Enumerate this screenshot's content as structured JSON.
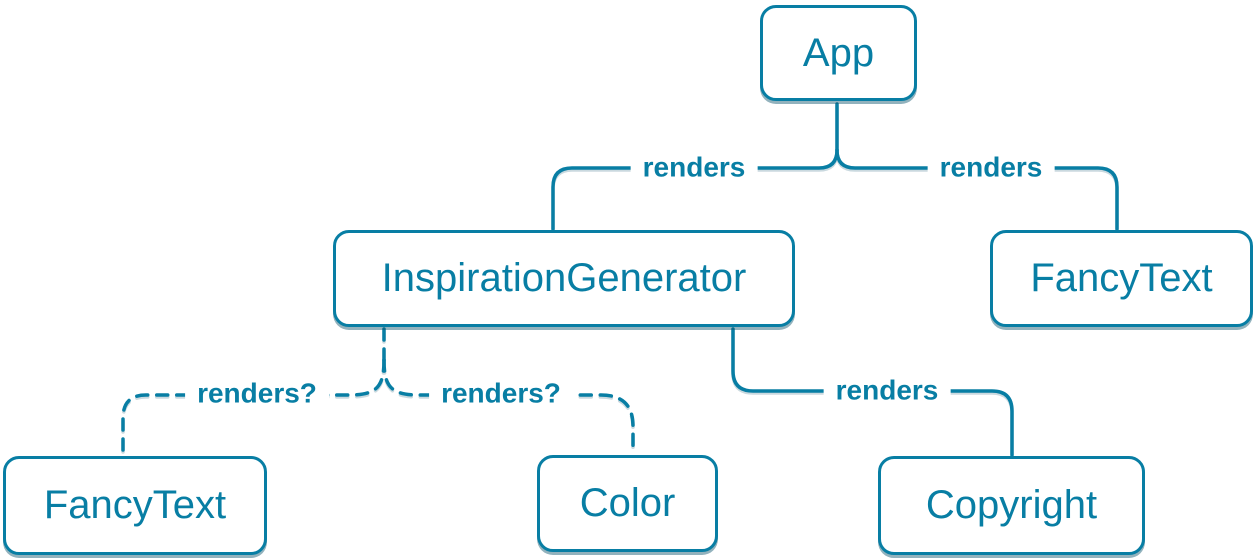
{
  "diagram": {
    "type": "render-tree",
    "background": "#ffffff",
    "accent_color": "#087ea4",
    "nodes": [
      {
        "id": "app",
        "label": "App"
      },
      {
        "id": "inspiration-generator",
        "label": "InspirationGenerator"
      },
      {
        "id": "fancy-text-top",
        "label": "FancyText"
      },
      {
        "id": "fancy-text-bottom",
        "label": "FancyText"
      },
      {
        "id": "color",
        "label": "Color"
      },
      {
        "id": "copyright",
        "label": "Copyright"
      }
    ],
    "edges": [
      {
        "from": "App",
        "to": "InspirationGenerator",
        "label": "renders",
        "style": "solid"
      },
      {
        "from": "App",
        "to": "FancyText",
        "label": "renders",
        "style": "solid"
      },
      {
        "from": "InspirationGenerator",
        "to": "FancyText",
        "label": "renders?",
        "style": "dashed"
      },
      {
        "from": "InspirationGenerator",
        "to": "Color",
        "label": "renders?",
        "style": "dashed"
      },
      {
        "from": "InspirationGenerator",
        "to": "Copyright",
        "label": "renders",
        "style": "solid"
      }
    ]
  }
}
